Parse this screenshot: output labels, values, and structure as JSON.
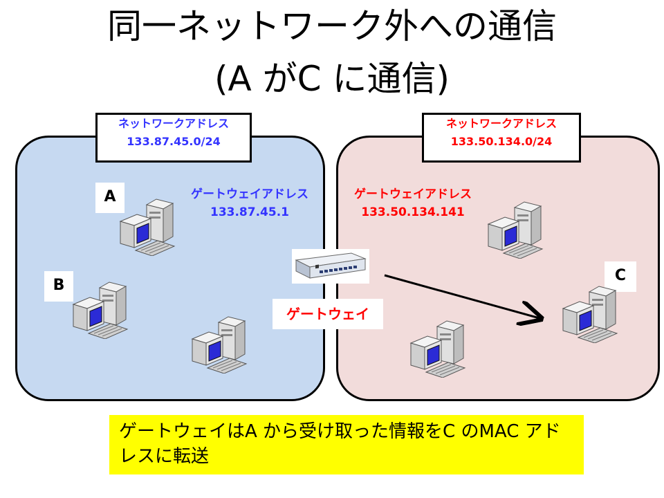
{
  "title": {
    "line1": "同一ネットワーク外への通信",
    "line2": "(A がC に通信)"
  },
  "left_network": {
    "address_label": "ネットワークアドレス",
    "address": "133.87.45.0/24",
    "gateway_label": "ゲートウェイアドレス",
    "gateway_address": "133.87.45.1",
    "color": "#3333ff",
    "background": "#c6d9f1"
  },
  "right_network": {
    "address_label": "ネットワークアドレス",
    "address": "133.50.134.0/24",
    "gateway_label": "ゲートウェイアドレス",
    "gateway_address": "133.50.134.141",
    "color": "#ff0000",
    "background": "#f2dcdb"
  },
  "nodes": {
    "a": "A",
    "b": "B",
    "c": "C"
  },
  "gateway": {
    "label": "ゲートウェイ",
    "icon": "network-switch-icon"
  },
  "computer_icon": "desktop-computer-icon",
  "note": {
    "text": "ゲートウェイはA から受け取った情報をC のMAC アドレスに転送",
    "background": "#ffff00"
  }
}
